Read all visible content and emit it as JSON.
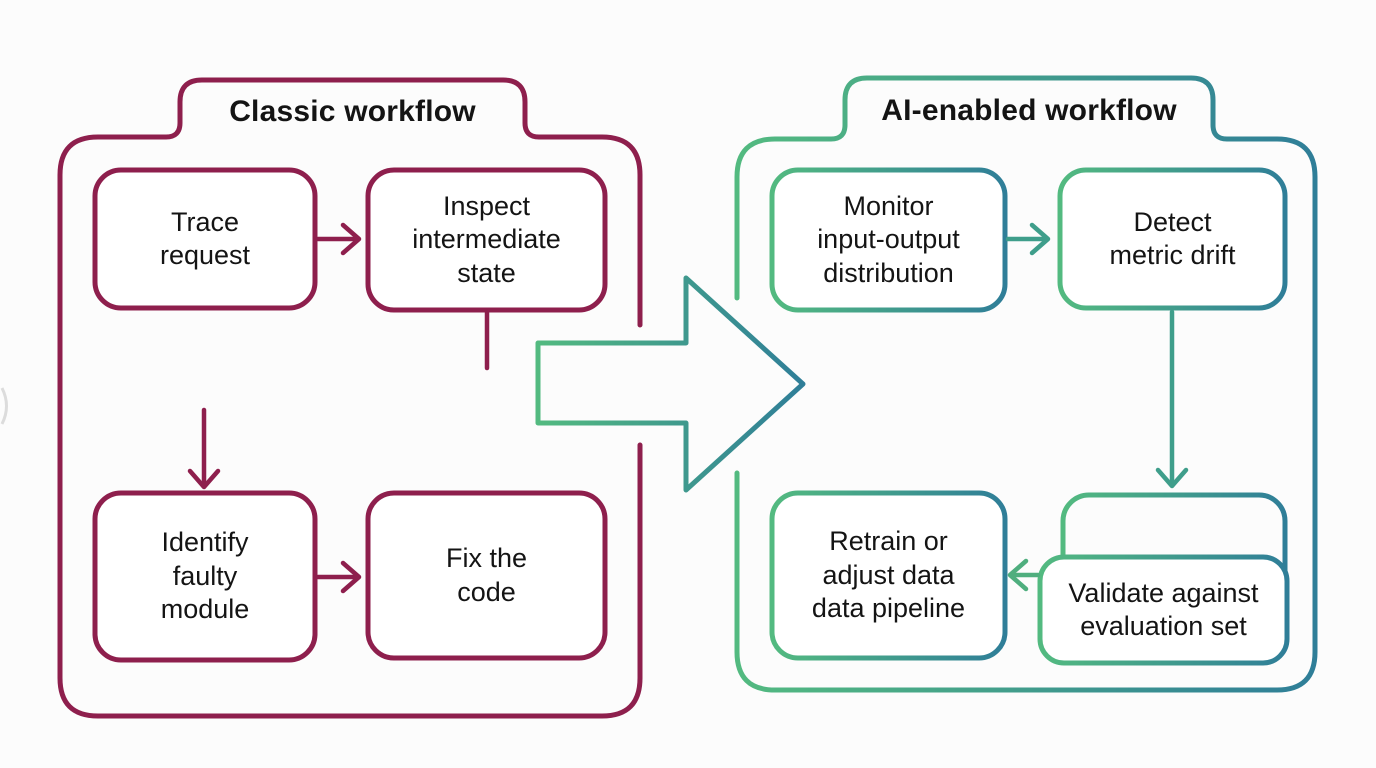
{
  "diagram": {
    "background": "#fcfcfc",
    "colors": {
      "classic_stroke": "#8e1f4d",
      "ai_gradient_start": "#53ba80",
      "ai_gradient_end": "#2f7e98",
      "ai_connector": "#3f9e8b",
      "ai_connector_left": "#4fae7e",
      "text": "#141414",
      "box_fill": "#ffffff"
    },
    "icons": {
      "transition_arrow": "big-right-arrow"
    },
    "classic": {
      "title": "Classic workflow",
      "trace": {
        "l1": "Trace",
        "l2": "request"
      },
      "inspect": {
        "l1": "Inspect",
        "l2": "intermediate",
        "l3": "state"
      },
      "identify": {
        "l1": "Identify",
        "l2": "faulty",
        "l3": "module"
      },
      "fix": {
        "l1": "Fix the",
        "l2": "code"
      }
    },
    "ai": {
      "title": "AI-enabled workflow",
      "monitor": {
        "l1": "Monitor",
        "l2": "input-output",
        "l3": "distribution"
      },
      "detect": {
        "l1": "Detect",
        "l2": "metric drift"
      },
      "retrain": {
        "l1": "Retrain or",
        "l2": "adjust data",
        "l3": "data pipeline"
      },
      "validate": {
        "l1": "Validate against",
        "l2": "evaluation set"
      }
    }
  }
}
